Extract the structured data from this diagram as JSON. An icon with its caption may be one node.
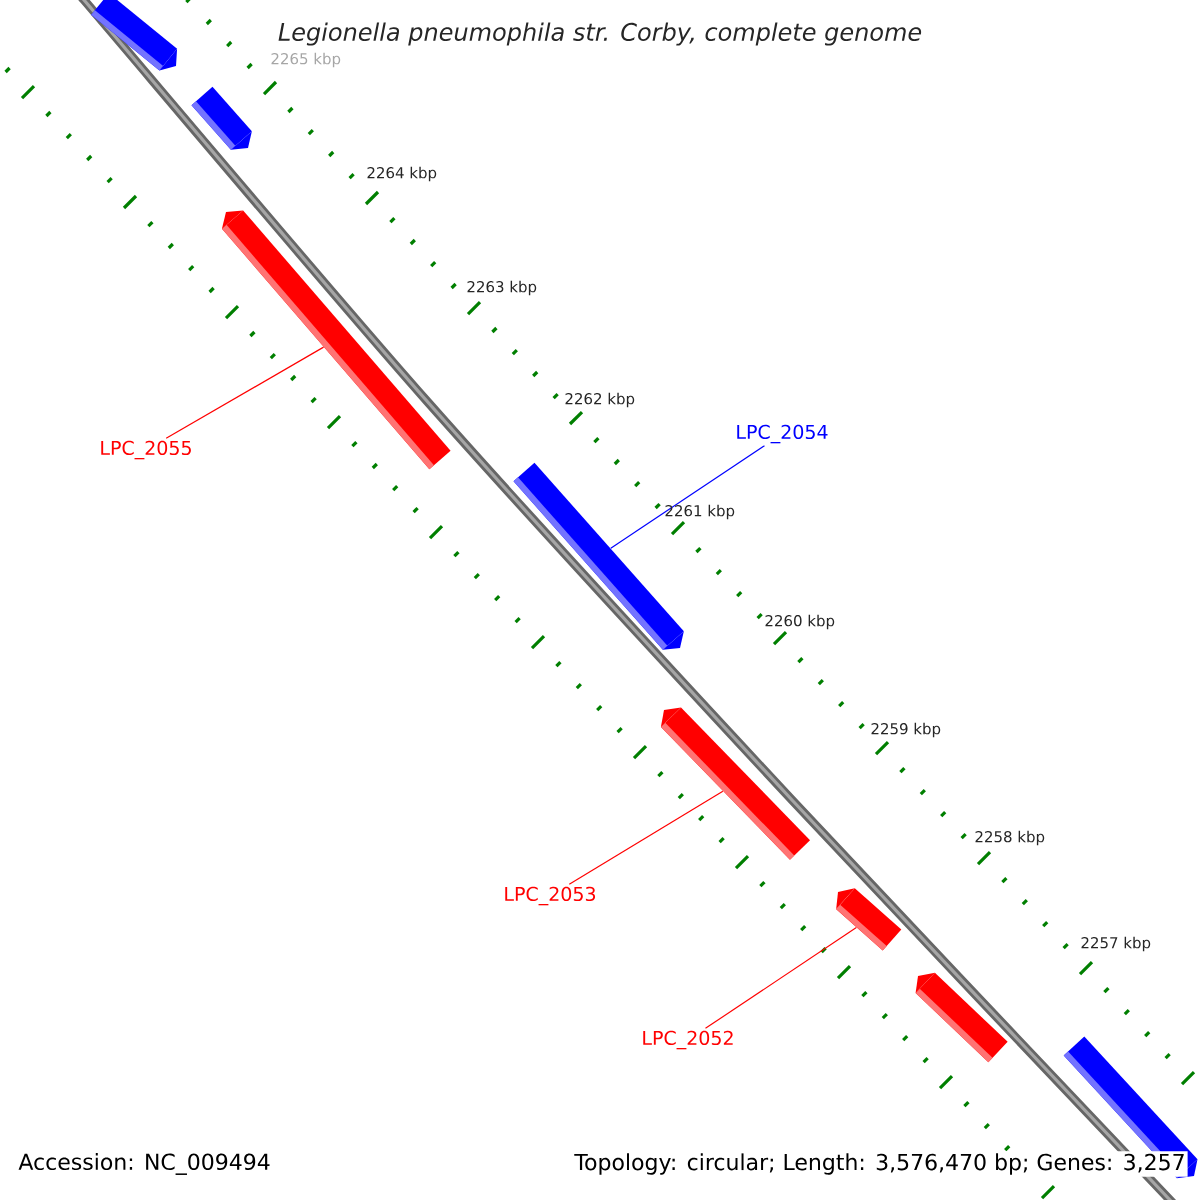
{
  "diagram": {
    "title": "Legionella pneumophila str. Corby, complete genome",
    "nodes": [
      {
        "text": [],
        "shape": "bar"
      },
      {
        "text": [],
        "shape": "bar"
      },
      {
        "text": [],
        "shape": "bar"
      },
      {
        "text": [],
        "shape": "bar"
      },
      {
        "text": [],
        "shape": "bar"
      },
      {
        "text": [],
        "shape": "bar"
      },
      {
        "text": [],
        "shape": "bar"
      },
      {
        "text": [],
        "shape": "bar"
      },
      {
        "text": [
          "LPC_2055"
        ]
      },
      {
        "text": [
          "LPC_2054"
        ]
      },
      {
        "text": [
          "LPC_2053"
        ]
      },
      {
        "text": [
          "LPC_2052"
        ]
      }
    ],
    "edges": [
      {
        "from": 8,
        "to": 2,
        "arrow": "none"
      },
      {
        "from": 9,
        "to": 3,
        "arrow": "none",
        "color": "#0000ff"
      },
      {
        "from": 10,
        "to": 4,
        "arrow": "none"
      },
      {
        "from": 11,
        "to": 5,
        "arrow": "none"
      }
    ],
    "labels": [
      "2265 kbp",
      "2264 kbp",
      "2263 kbp",
      "2262 kbp",
      "2261 kbp",
      "2260 kbp",
      "2259 kbp",
      "2258 kbp",
      "2257 kbp",
      "Accession: NC_009494",
      "Topology: circular; Length: 3,576,470 bp; Genes: 3,257"
    ]
  }
}
